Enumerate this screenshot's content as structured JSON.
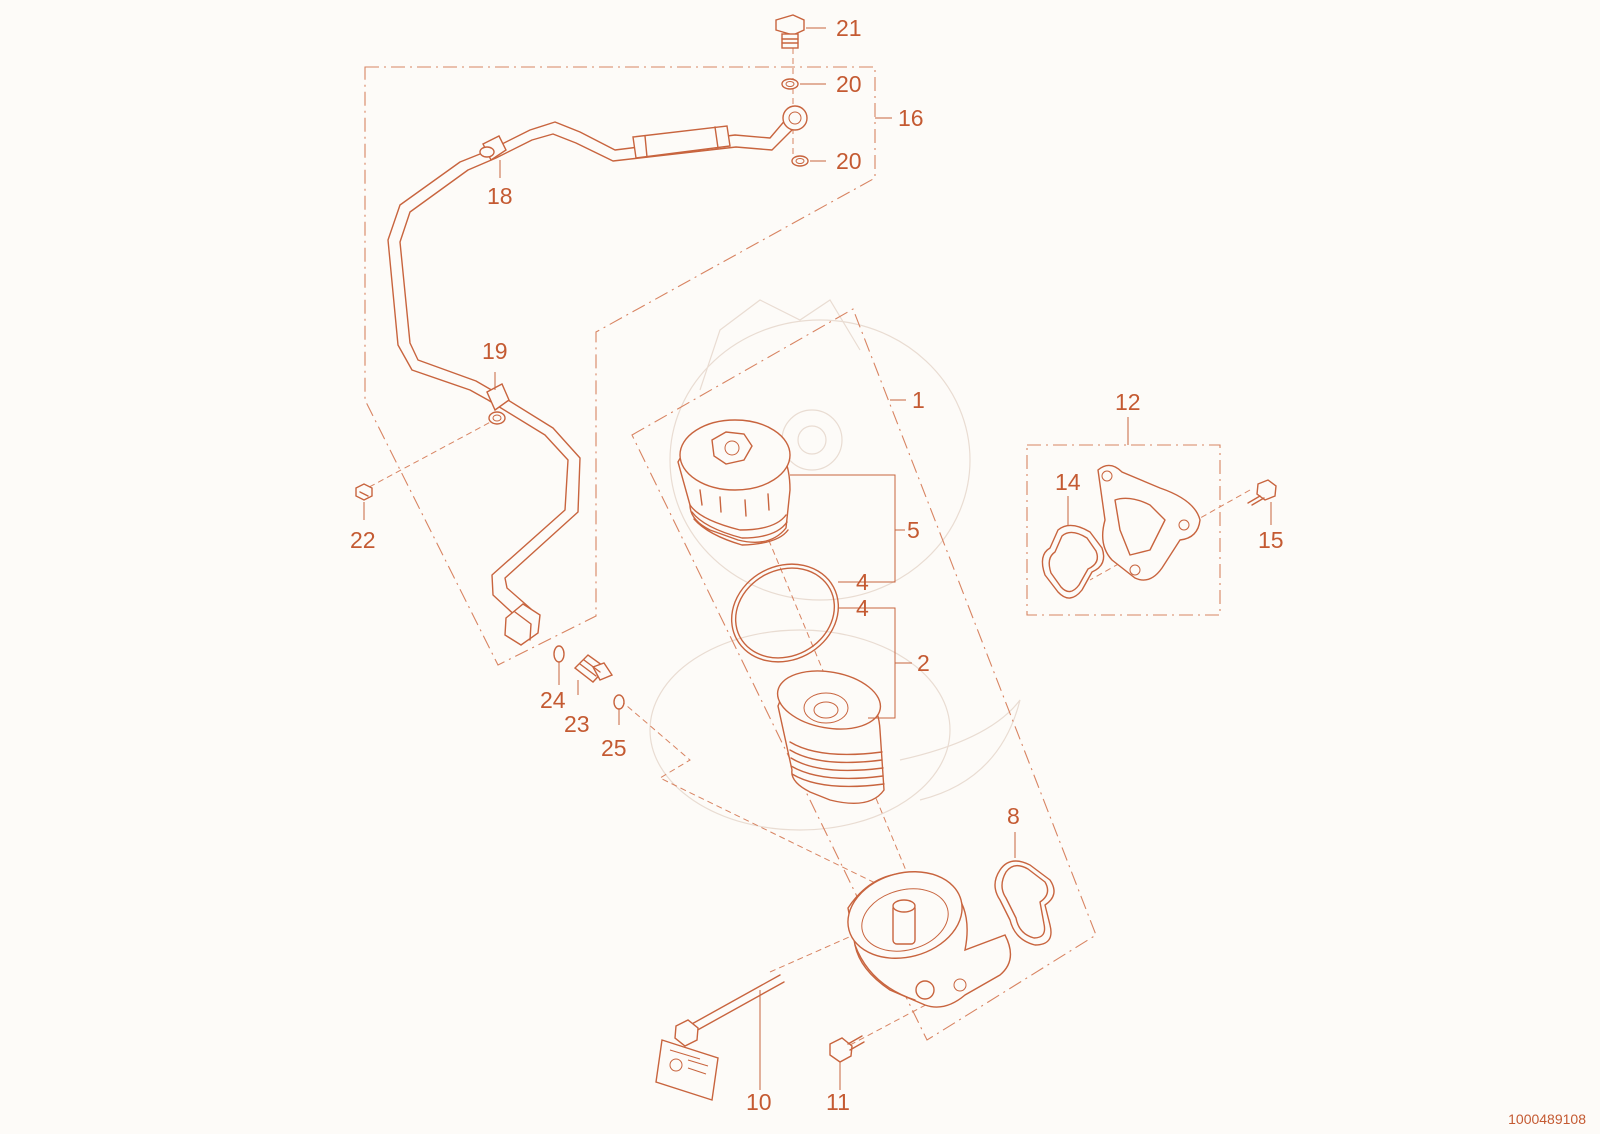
{
  "diagram": {
    "document_number": "1000489108",
    "callouts": [
      {
        "id": "c1",
        "label": "1"
      },
      {
        "id": "c2",
        "label": "2"
      },
      {
        "id": "c4a",
        "label": "4"
      },
      {
        "id": "c4b",
        "label": "4"
      },
      {
        "id": "c5",
        "label": "5"
      },
      {
        "id": "c8",
        "label": "8"
      },
      {
        "id": "c10",
        "label": "10"
      },
      {
        "id": "c11",
        "label": "11"
      },
      {
        "id": "c12",
        "label": "12"
      },
      {
        "id": "c14",
        "label": "14"
      },
      {
        "id": "c15",
        "label": "15"
      },
      {
        "id": "c16",
        "label": "16"
      },
      {
        "id": "c18",
        "label": "18"
      },
      {
        "id": "c19",
        "label": "19"
      },
      {
        "id": "c20a",
        "label": "20"
      },
      {
        "id": "c20b",
        "label": "20"
      },
      {
        "id": "c21",
        "label": "21"
      },
      {
        "id": "c22",
        "label": "22"
      },
      {
        "id": "c23",
        "label": "23"
      },
      {
        "id": "c24",
        "label": "24"
      },
      {
        "id": "c25",
        "label": "25"
      }
    ]
  }
}
